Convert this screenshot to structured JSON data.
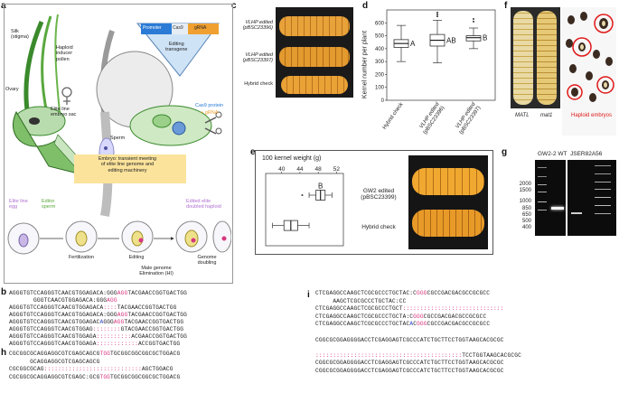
{
  "panel_labels": {
    "a": "a",
    "b": "b",
    "c": "c",
    "d": "d",
    "e": "e",
    "f": "f",
    "g": "g",
    "h": "h",
    "i": "i"
  },
  "panel_a": {
    "silk": "Silk\n(stigma)",
    "haploid_pollen": "Haploid\ninducer\npollen",
    "ovary": "Ovary",
    "elite_embryo_sac": "Elite line\nembryo sac",
    "sperm": "Sperm",
    "promoter": "Promoter",
    "cas9": "Cas9",
    "grna": "gRNA",
    "editing_transgene": "Editing\ntransgene",
    "cas9_protein": "Cas9 protein",
    "grna2": "+ gRNA",
    "embryo_box": "Embryo: transient meeting\nof elite line genome and\nediting machinery",
    "elite_egg": "Elite line\negg",
    "editor_sperm": "Editor\nsperm",
    "edited_haploid": "Edited elite\ndoubled haploid",
    "steps": [
      "Fertilization",
      "Editing",
      "Male genome\nElimination (HI)",
      "Genome\ndoubling"
    ]
  },
  "panel_c": {
    "labels": [
      "VLHP edited\n(pBSC23396)",
      "VLHP edited\n(pBSC23397)",
      "Hybrid check"
    ]
  },
  "panel_d": {
    "chart_data": {
      "type": "box",
      "ylabel": "Kernel number per plant",
      "ylim": [
        0,
        700
      ],
      "yticks": [
        0,
        100,
        200,
        300,
        400,
        500,
        600
      ],
      "categories": [
        "Hybrid check",
        "VLHP edited\n(pBSC23396)",
        "VLHP edited\n(pBSC23397)"
      ],
      "boxes": [
        {
          "min": 300,
          "q1": 410,
          "median": 440,
          "q3": 470,
          "max": 580,
          "outliers": [],
          "group": "A"
        },
        {
          "min": 290,
          "q1": 420,
          "median": 465,
          "q3": 510,
          "max": 620,
          "outliers": [
            650,
            665,
            680
          ],
          "group": "AB"
        },
        {
          "min": 400,
          "q1": 460,
          "median": 485,
          "q3": 500,
          "max": 560,
          "outliers": [
            610,
            630
          ],
          "group": "B"
        }
      ]
    }
  },
  "panel_e": {
    "chart_data": {
      "type": "box",
      "title": "100 kernel weight (g)",
      "xticks": [
        40,
        44,
        48,
        52
      ],
      "xlim": [
        36.5,
        53.5
      ],
      "boxes": [
        {
          "label": "GW2 edited\n(pBSC23399)",
          "min": 46,
          "q1": 47.5,
          "median": 48.5,
          "q3": 49.5,
          "max": 51,
          "outliers": [
            44.5
          ],
          "group": "B"
        },
        {
          "label": "Hybrid check",
          "min": 38,
          "q1": 40.5,
          "median": 42,
          "q3": 43.5,
          "max": 46,
          "outliers": [],
          "group": "A"
        }
      ]
    },
    "gw2_label": "GW2 edited\n(pBSC23399)",
    "hybrid_label": "Hybrid check"
  },
  "panel_f": {
    "matl": "MATL",
    "mat1": "mat1",
    "haploid": "Haploid embryos"
  },
  "panel_g": {
    "lanes": [
      "GW2-2 WT",
      "JSER82A56"
    ],
    "ladder": [
      "2000",
      "1500",
      "1000",
      "850",
      "650",
      "500",
      "400"
    ]
  },
  "panel_b": {
    "rows": [
      [
        {
          "t": "AGGGTGTCCAGGGTCAACGTGGAGACA:GGG"
        },
        {
          "t": "AGG",
          "c": "pink"
        },
        {
          "t": "TACGAACCGGTGACTGG"
        }
      ],
      [
        {
          "t": "       GGGTCAACGTGGAGACA:GGG"
        },
        {
          "t": "AGG",
          "c": "pink"
        }
      ],
      [
        {
          "t": "AGGGTGTCCAGGGTCAACGTGGAGACA"
        },
        {
          "t": "::::",
          "c": "dots"
        },
        {
          "t": "TACGAACCGGTGACTGG"
        }
      ],
      [
        {
          "t": "AGGGTGTCCAGGGTCAACGTGGAGACA:GGG"
        },
        {
          "t": "AGG",
          "c": "pink"
        },
        {
          "t": "TACGAACCGGTGACTGG"
        }
      ],
      [
        {
          "t": "AGGGTGTCCAGGGTCAACGTGGAGAC"
        },
        {
          "t": "A",
          "c": "blue"
        },
        {
          "t": "GGG"
        },
        {
          "t": "AGG",
          "c": "pink"
        },
        {
          "t": "TACGAACCGGTGACTGG"
        }
      ],
      [
        {
          "t": "AGGGTGTCCAGGGTCAACGTGGAG"
        },
        {
          "t": "::::::::",
          "c": "dots"
        },
        {
          "t": "GTACGAACCGGTGACTGG"
        }
      ],
      [
        {
          "t": "AGGGTGTCCAGGGTCAACGTGGAGA"
        },
        {
          "t": "::::::::::",
          "c": "dots"
        },
        {
          "t": "ACGAACCGGTGACTGG"
        }
      ],
      [
        {
          "t": "AGGGTGTCCAGGGTCAACGTGGAGA"
        },
        {
          "t": "::::::::::::",
          "c": "dots"
        },
        {
          "t": "ACCGGTGACTGG"
        }
      ]
    ]
  },
  "panel_h": {
    "rows": [
      [
        {
          "t": "CGCGGCGCAGGAGGCGTCGAGCAGCG"
        },
        {
          "t": "TGG",
          "c": "pink"
        },
        {
          "t": "TGCGGCGGCGGCGCTGGACG"
        }
      ],
      [
        {
          "t": "      GCAGGAGGCGTCGAGCAGCG"
        }
      ],
      [
        {
          "t": "CGCGGCGCAG"
        },
        {
          "t": "::::::::::::::::::::::::::::",
          "c": "dots"
        },
        {
          "t": "AGCTGGACG"
        }
      ],
      [
        {
          "t": "CGCGGCGCAGGAGGCGTCGAGC:GCG"
        },
        {
          "t": "TGG",
          "c": "pink"
        },
        {
          "t": "TGCGGCGGCGGCGCTGGACG"
        }
      ]
    ]
  },
  "panel_i": {
    "rows": [
      [
        {
          "t": "CTCGAGGCCAAGCTCGCGCCCTGCTAC:C"
        },
        {
          "t": "GGG",
          "c": "pink"
        },
        {
          "t": "CGCCGACGACGCCGCGCC"
        }
      ],
      [
        {
          "t": "     AAGCTCGCGCCCTGCTAC:CC"
        }
      ],
      [
        {
          "t": "CTCGAGGCCAAGCTCGCGCCCTGCT"
        },
        {
          "t": ":::::::::::::::::::::::::::::",
          "c": "dots"
        }
      ],
      [
        {
          "t": "CTCGAGGCCAAGCTCGCGCCCTGCTA:C"
        },
        {
          "t": "GGG",
          "c": "pink"
        },
        {
          "t": "CGCCGACGACGCCGCGCC"
        }
      ],
      [
        {
          "t": "CTCGAGGCCAAGCTCGCGCCCTGCTAC"
        },
        {
          "t": "A",
          "c": "blue"
        },
        {
          "t": "C"
        },
        {
          "t": "GGG",
          "c": "pink"
        },
        {
          "t": "CGCCGACGACGCCGCGCC"
        }
      ],
      [
        {
          "t": ""
        }
      ],
      [
        {
          "t": "CGGCGCGGAGGGGACCTCGAGGAGTCGCCCATCTGCTTCCTGGTAAGCACGCGC"
        }
      ],
      [
        {
          "t": ""
        }
      ],
      [
        {
          "t": "::::::::::::::::::::::::::::::::::::::::::",
          "c": "dots"
        },
        {
          "t": "TCCTGGTAAGCACGCGC"
        }
      ],
      [
        {
          "t": "CGGCGCGGAGGGGACCTCGAGGAGTCGCCCATCTGCTTCCTGGTAAGCACGCGC"
        }
      ],
      [
        {
          "t": "CGGCGCGGAGGGGACCTCGAGGAGTCGCCCATCTGCTTCCTGGTAAGCACGCGC"
        }
      ]
    ]
  },
  "colors": {
    "pink": "#d8367f",
    "green": "#5aa83a",
    "orange": "#f0a030",
    "blue": "#2a7bd6",
    "yellow_box": "#fbe39c"
  }
}
